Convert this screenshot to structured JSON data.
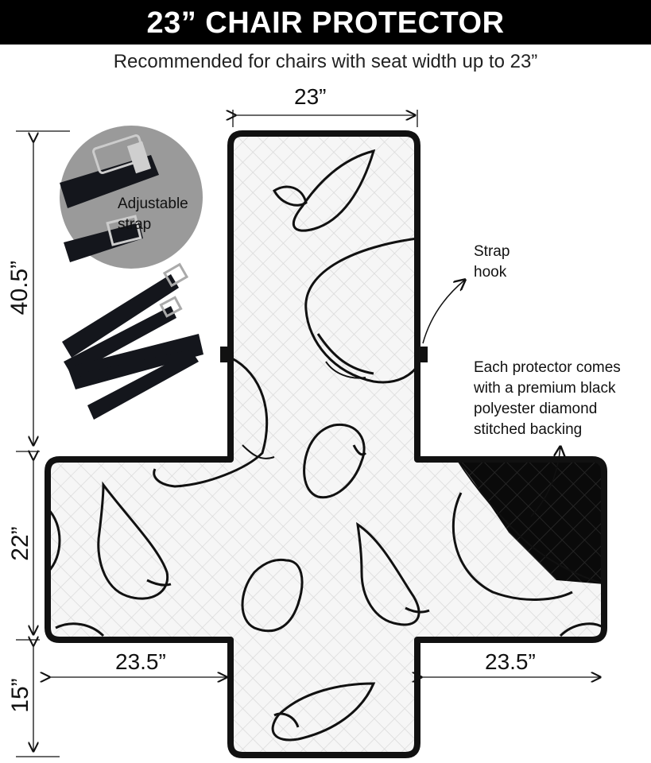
{
  "header": {
    "title": "23” CHAIR PROTECTOR",
    "subtitle": "Recommended for chairs with seat width up to 23”"
  },
  "dimensions": {
    "top_width": "23”",
    "back_height": "40.5”",
    "seat_height": "22”",
    "front_height": "15”",
    "left_arm": "23.5”",
    "right_arm": "23.5”"
  },
  "callouts": {
    "adjustable_strap": "Adjustable strap",
    "strap_hook": "Strap hook",
    "backing": "Each protector comes with a premium black polyester diamond stitched backing"
  },
  "colors": {
    "banner": "#000000",
    "fabric": "#f4f4f4",
    "outline": "#111111",
    "backing": "#0a0a0a",
    "strap_circle": "#9a9a9a"
  },
  "icons": [
    "strap-buckle-icon",
    "loose-straps-icon",
    "garlic-pattern",
    "arrow-icon"
  ]
}
